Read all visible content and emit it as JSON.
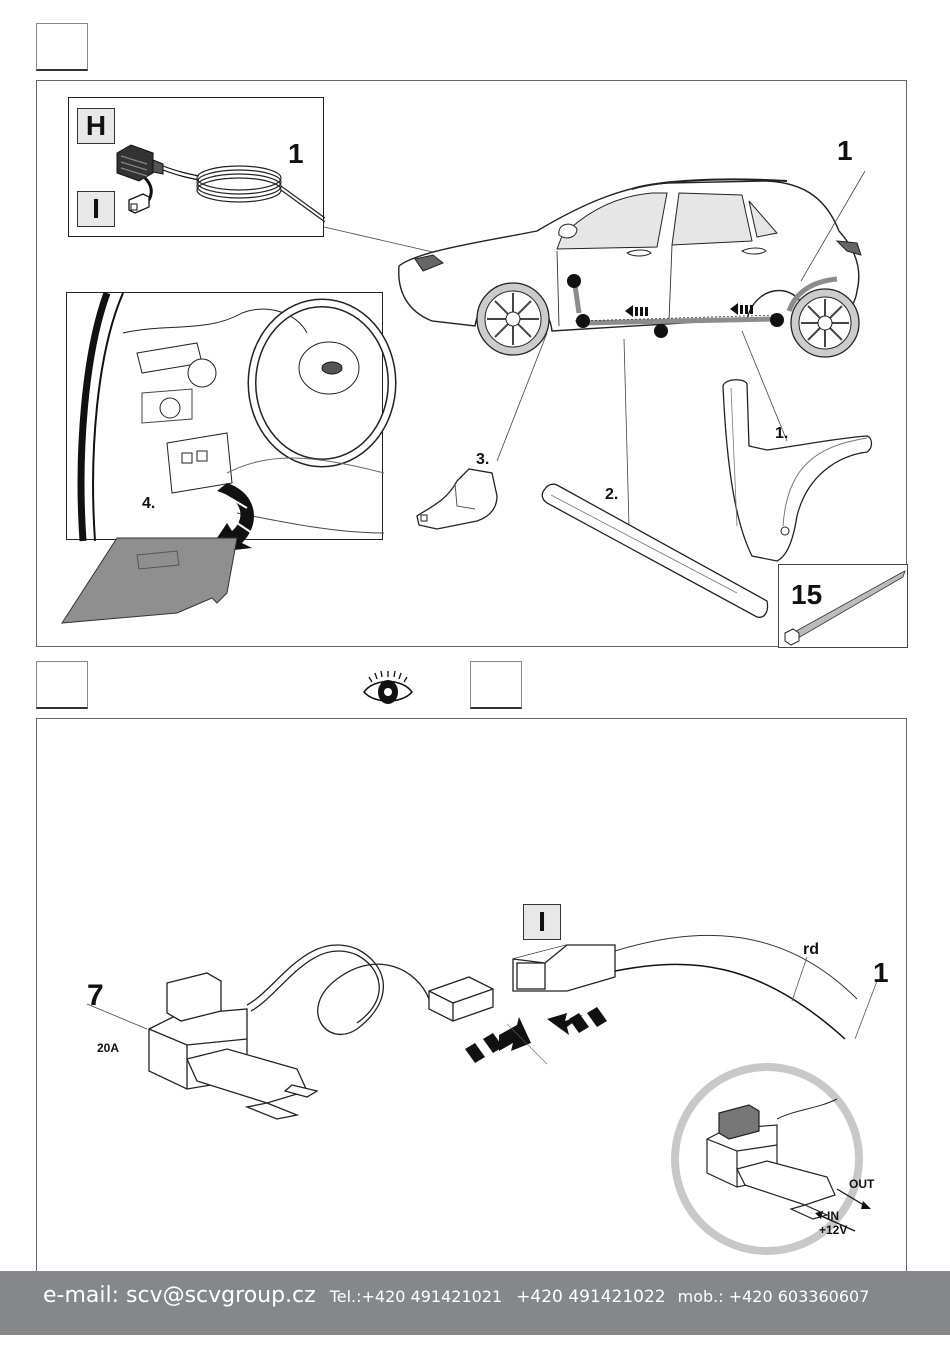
{
  "page": {
    "top_section": {
      "step_box": "",
      "parts_inset": {
        "tags": [
          "H",
          "I"
        ],
        "part_number": "1"
      },
      "car_callout": "1",
      "dashboard_step": "4.",
      "trim_parts": [
        {
          "label": "1.",
          "name": "rear wheel arch liner"
        },
        {
          "label": "2.",
          "name": "sill trim strip"
        },
        {
          "label": "3.",
          "name": "front door sill trim"
        }
      ],
      "cable_tie_qty": "15"
    },
    "middle_section": {
      "step_box_left": "",
      "step_box_right": "",
      "icon": "eye-icon"
    },
    "bottom_section": {
      "connector_tag": "I",
      "fuse_tap_part": "7",
      "fuse_rating": "20A",
      "wire_color": "rd",
      "harness_part": "1",
      "detail": {
        "out_label": "OUT",
        "in_label": "IN",
        "voltage_label": "+12V"
      }
    },
    "footer": {
      "email": "e-mail: scv@scvgroup.cz",
      "tel": "Tel.:+420 491421021",
      "tel2": "+420 491421022",
      "mob": "mob.: +420 603360607"
    },
    "colors": {
      "footer_bg": "#85878b",
      "trim_grey": "#8c8c8c",
      "panel_grey": "#8f8f8f"
    }
  }
}
